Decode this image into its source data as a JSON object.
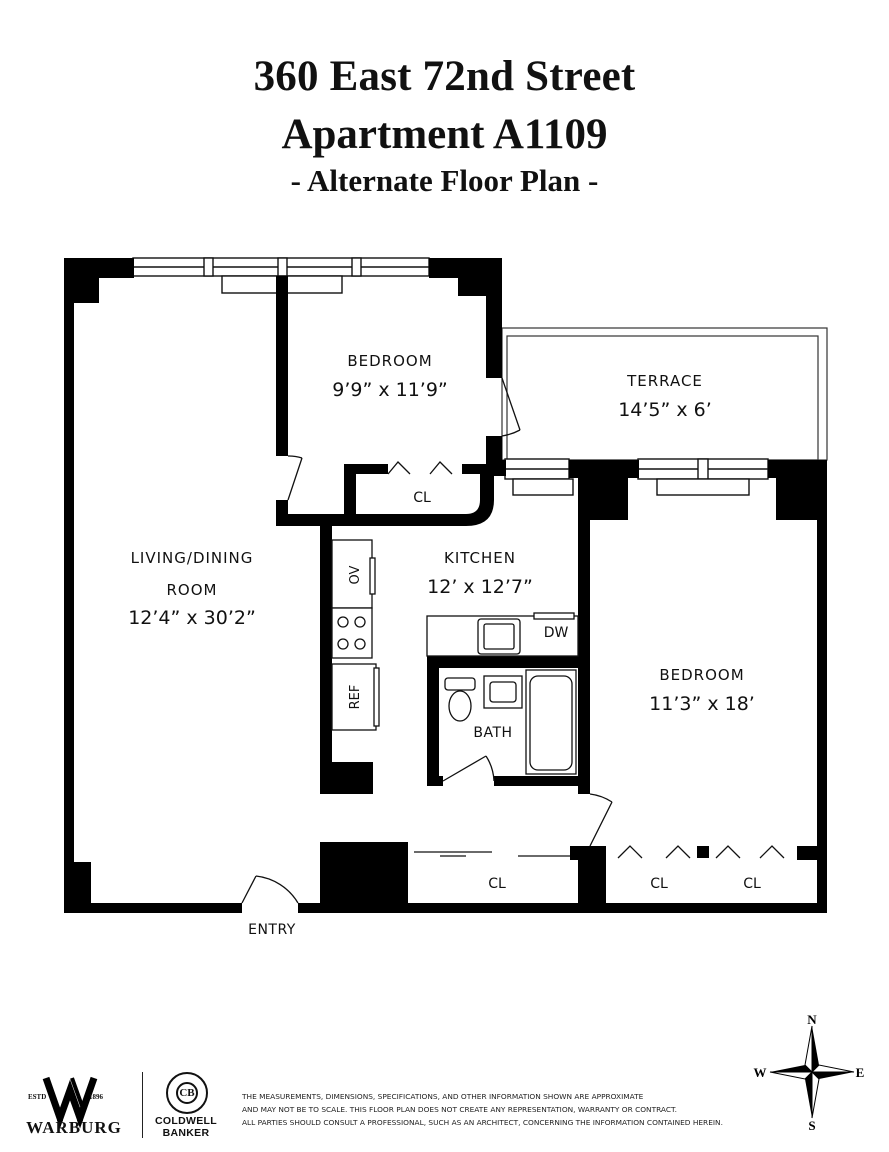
{
  "header": {
    "address": "360 East 72nd Street",
    "apartment": "Apartment A1109",
    "subtitle": "- Alternate Floor Plan -"
  },
  "rooms": {
    "bedroom1": {
      "name": "BEDROOM",
      "dims": "9’9” x 11’9”"
    },
    "terrace": {
      "name": "TERRACE",
      "dims": "14’5” x 6’"
    },
    "living": {
      "name1": "LIVING/DINING",
      "name2": "ROOM",
      "dims": "12’4” x 30’2”"
    },
    "kitchen": {
      "name": "KITCHEN",
      "dims": "12’ x 12’7”"
    },
    "bedroom2": {
      "name": "BEDROOM",
      "dims": "11’3” x 18’"
    },
    "bath": {
      "name": "BATH"
    },
    "closet_label": "CL",
    "entry": "ENTRY",
    "oven": "OV",
    "fridge": "REF",
    "dishwasher": "DW"
  },
  "compass": {
    "n": "N",
    "s": "S",
    "e": "E",
    "w": "W"
  },
  "brands": {
    "warburg": "WARBURG",
    "warburg_estd": "ESTD",
    "warburg_year": "1896",
    "coldwell1": "COLDWELL",
    "coldwell2": "BANKER"
  },
  "disclaimer": [
    "The measurements, dimensions, specifications, and other information shown are approximate",
    "and may not be to scale. This floor plan does not create any representation, warranty or contract.",
    "All parties should consult a professional, such as an architect, concerning the information contained herein."
  ]
}
